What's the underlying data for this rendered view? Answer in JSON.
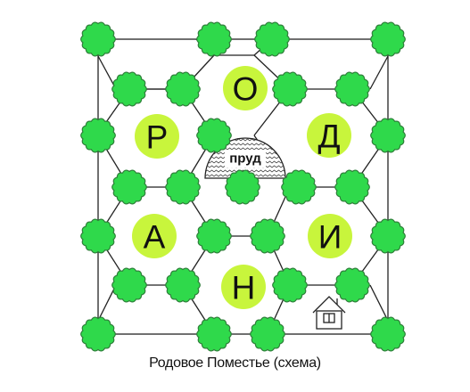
{
  "caption": "Родовое Поместье (схема)",
  "pond_label": "пруд",
  "letters": [
    "О",
    "Р",
    "Д",
    "А",
    "И",
    "Н"
  ],
  "colors": {
    "tree": "#2fd94b",
    "tree_stroke": "#2f7f3a",
    "letter_circle": "#c8f53c",
    "lines": "#222222"
  },
  "icons": [
    "tree-icon",
    "pond-icon",
    "house-icon"
  ]
}
